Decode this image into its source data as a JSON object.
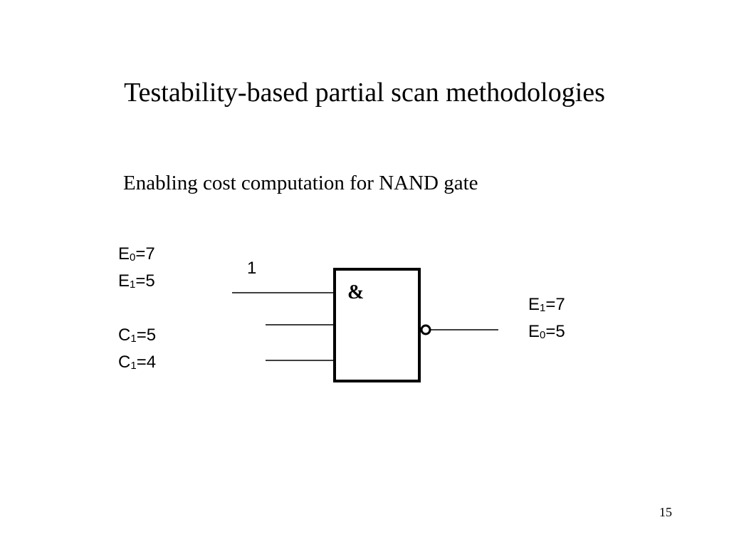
{
  "slide": {
    "title": "Testability-based partial scan methodologies",
    "subtitle": "Enabling cost computation for NAND gate",
    "page_number": "15"
  },
  "gate": {
    "symbol": "&",
    "input_value": "1"
  },
  "input_labels": {
    "e0": {
      "base": "E",
      "sub": "0",
      "value": "=7"
    },
    "e1": {
      "base": "E",
      "sub": "1",
      "value": "=5"
    },
    "c1a": {
      "base": "C",
      "sub": "1",
      "value": "=5"
    },
    "c1b": {
      "base": "C",
      "sub": "1",
      "value": "=4"
    }
  },
  "output_labels": {
    "e1": {
      "base": "E",
      "sub": "1",
      "value": "=7"
    },
    "e0": {
      "base": "E",
      "sub": "0",
      "value": "=5"
    }
  }
}
